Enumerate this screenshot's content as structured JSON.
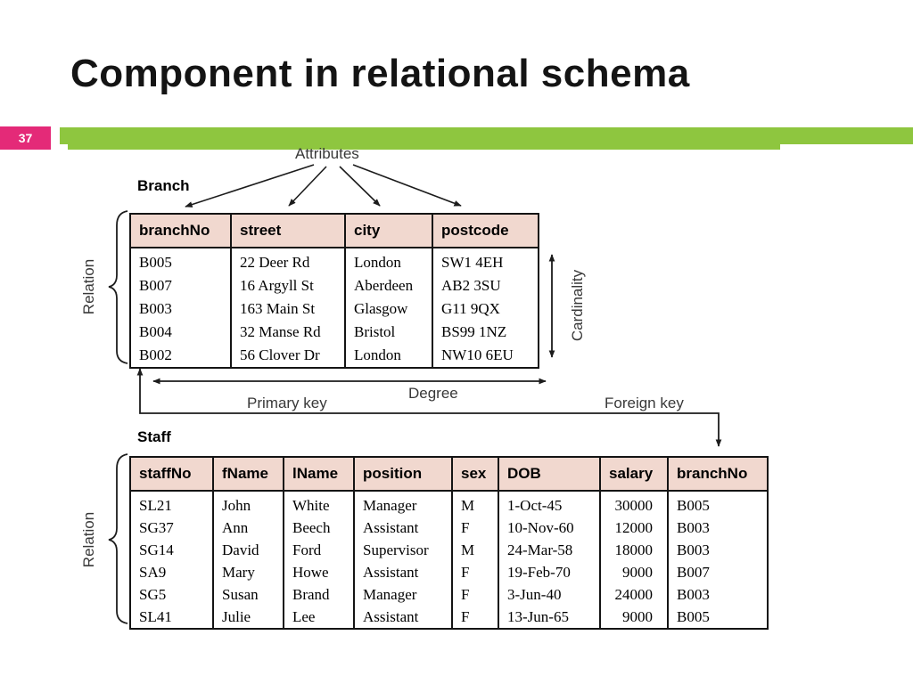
{
  "slide": {
    "title": "Component in relational schema",
    "page_number": "37",
    "colors": {
      "accent_pink": "#e42a78",
      "accent_green": "#8ec63f",
      "table_header_bg": "#f1d8cf"
    }
  },
  "diagram": {
    "labels": {
      "attributes": "Attributes",
      "relation_branch": "Relation",
      "relation_staff": "Relation",
      "cardinality": "Cardinality",
      "degree": "Degree",
      "primary_key": "Primary key",
      "foreign_key": "Foreign key"
    },
    "branch_table": {
      "name": "Branch",
      "columns": [
        "branchNo",
        "street",
        "city",
        "postcode"
      ],
      "rows": [
        [
          "B005",
          "22 Deer Rd",
          "London",
          "SW1 4EH"
        ],
        [
          "B007",
          "16 Argyll St",
          "Aberdeen",
          "AB2 3SU"
        ],
        [
          "B003",
          "163 Main St",
          "Glasgow",
          "G11 9QX"
        ],
        [
          "B004",
          "32 Manse Rd",
          "Bristol",
          "BS99 1NZ"
        ],
        [
          "B002",
          "56 Clover Dr",
          "London",
          "NW10 6EU"
        ]
      ]
    },
    "staff_table": {
      "name": "Staff",
      "columns": [
        "staffNo",
        "fName",
        "lName",
        "position",
        "sex",
        "DOB",
        "salary",
        "branchNo"
      ],
      "rows": [
        [
          "SL21",
          "John",
          "White",
          "Manager",
          "M",
          "1-Oct-45",
          "30000",
          "B005"
        ],
        [
          "SG37",
          "Ann",
          "Beech",
          "Assistant",
          "F",
          "10-Nov-60",
          "12000",
          "B003"
        ],
        [
          "SG14",
          "David",
          "Ford",
          "Supervisor",
          "M",
          "24-Mar-58",
          "18000",
          "B003"
        ],
        [
          "SA9",
          "Mary",
          "Howe",
          "Assistant",
          "F",
          "19-Feb-70",
          "9000",
          "B007"
        ],
        [
          "SG5",
          "Susan",
          "Brand",
          "Manager",
          "F",
          "3-Jun-40",
          "24000",
          "B003"
        ],
        [
          "SL41",
          "Julie",
          "Lee",
          "Assistant",
          "F",
          "13-Jun-65",
          "9000",
          "B005"
        ]
      ]
    }
  }
}
